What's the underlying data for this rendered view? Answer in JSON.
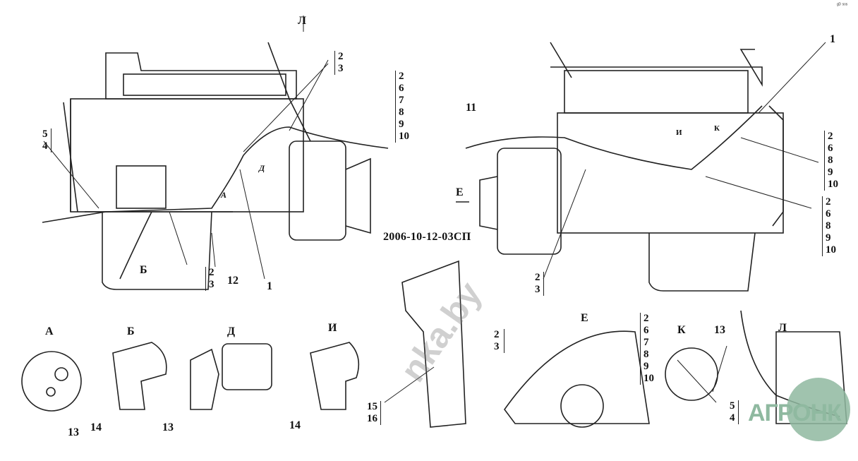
{
  "document_code": "2006-10-12-03СП",
  "corner_mark": "ᵍᴰ ˢᵒˢ",
  "watermark": "nka.by",
  "logo_text": "АГРОНК",
  "left_view": {
    "view_L": "Л",
    "callout_2_3_top": [
      "2",
      "3"
    ],
    "callout_right": [
      "2",
      "6",
      "7",
      "8",
      "9",
      "10"
    ],
    "callout_5_4": [
      "5",
      "4"
    ],
    "view_B": "Б",
    "callout_2_3_bottom": [
      "2",
      "3"
    ],
    "callout_12": "12",
    "callout_1": "1",
    "marker_A": "А",
    "marker_D": "Д"
  },
  "right_view": {
    "callout_11": "11",
    "view_E": "Е",
    "callout_1": "1",
    "callout_upper": [
      "2",
      "6",
      "8",
      "9",
      "10"
    ],
    "callout_lower": [
      "2",
      "6",
      "8",
      "9",
      "10"
    ],
    "callout_2_3": [
      "2",
      "3"
    ],
    "marker_I": "И",
    "marker_K": "К"
  },
  "details": {
    "A": {
      "title": "А",
      "callout": "13"
    },
    "B": {
      "title": "Б",
      "callout": "14"
    },
    "D": {
      "title": "Д",
      "callout": "13"
    },
    "I": {
      "title": "И",
      "callout": "14"
    },
    "side": {
      "callout": [
        "15",
        "16"
      ]
    },
    "E": {
      "title": "Е",
      "callout_left": [
        "2",
        "3"
      ],
      "callout_right": [
        "2",
        "6",
        "7",
        "8",
        "9",
        "10"
      ]
    },
    "K": {
      "title": "К",
      "callout": "13"
    },
    "L": {
      "title": "Л",
      "callout": [
        "5",
        "4"
      ]
    }
  }
}
